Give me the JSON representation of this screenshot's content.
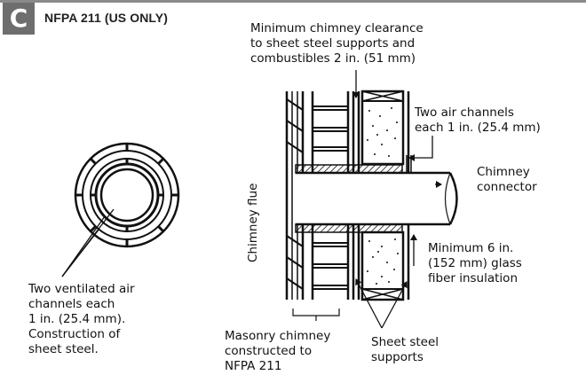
{
  "header": {
    "badge": "C",
    "title": "NFPA 211 (US ONLY)"
  },
  "labels": {
    "clearance": "Minimum chimney clearance\nto sheet steel supports and\ncombustibles 2 in. (51 mm)",
    "air_channels_right": "Two air channels\neach 1 in. (25.4 mm)",
    "chimney_connector": "Chimney\nconnector",
    "insulation": "Minimum 6 in.\n(152 mm) glass\nfiber insulation",
    "chimney_flue": "Chimney flue",
    "ventilated": "Two ventilated air\nchannels each\n1 in. (25.4 mm).\nConstruction of\nsheet steel.",
    "masonry": "Masonry chimney\nconstructed to\nNFPA 211",
    "sheet_steel": "Sheet steel\nsupports"
  },
  "colors": {
    "ink": "#111111",
    "badge_bg": "#6e6e6e",
    "rule": "#8a8a8a"
  }
}
